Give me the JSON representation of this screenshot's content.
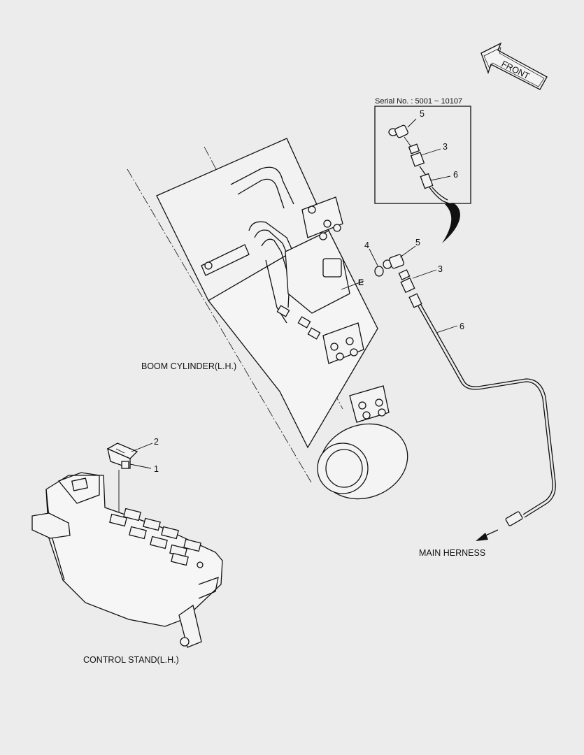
{
  "labels": {
    "front": "FRONT",
    "serial": "Serial No. : 5001 ~ 10107",
    "boom_cylinder": "BOOM CYLINDER(L.H.)",
    "main_harness": "MAIN HERNESS",
    "control_stand": "CONTROL STAND(L.H.)",
    "detail_ref": "E"
  },
  "callouts": {
    "inset_5": "5",
    "inset_3": "3",
    "inset_6": "6",
    "part_4": "4",
    "part_5": "5",
    "part_3": "3",
    "part_6": "6",
    "part_2": "2",
    "part_1": "1"
  }
}
